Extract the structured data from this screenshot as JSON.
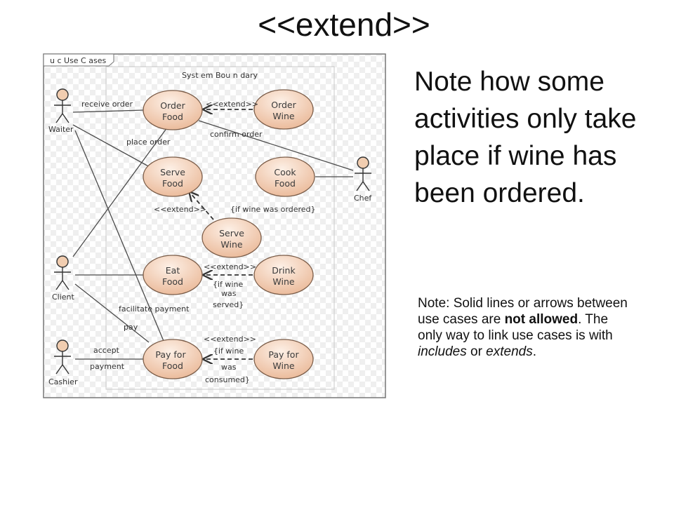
{
  "slide": {
    "title": "<<extend>>"
  },
  "diagram": {
    "frame_label": "u c Use C ases",
    "boundary_label": "Syst em Bou n dary",
    "actors": [
      {
        "id": "waiter",
        "name": "Waiter"
      },
      {
        "id": "client",
        "name": "Client"
      },
      {
        "id": "cashier",
        "name": "Cashier"
      },
      {
        "id": "chef",
        "name": "Chef"
      }
    ],
    "use_cases": [
      {
        "id": "order-food",
        "line1": "Order",
        "line2": "Food"
      },
      {
        "id": "order-wine",
        "line1": "Order",
        "line2": "Wine"
      },
      {
        "id": "serve-food",
        "line1": "Serve",
        "line2": "Food"
      },
      {
        "id": "cook-food",
        "line1": "Cook",
        "line2": "Food"
      },
      {
        "id": "serve-wine",
        "line1": "Serve",
        "line2": "Wine"
      },
      {
        "id": "eat-food",
        "line1": "Eat",
        "line2": "Food"
      },
      {
        "id": "drink-wine",
        "line1": "Drink",
        "line2": "Wine"
      },
      {
        "id": "pay-for-food",
        "line1": "Pay for",
        "line2": "Food"
      },
      {
        "id": "pay-for-wine",
        "line1": "Pay for",
        "line2": "Wine"
      }
    ],
    "association_labels": {
      "receive_order": "receive order",
      "place_order": "place order",
      "confirm_order": "confirm order",
      "facilitate_payment": "facilitate payment",
      "pay": "pay",
      "accept": "accept",
      "payment": "payment"
    },
    "extend_labels": {
      "order_wine": "<<extend>>",
      "serve_wine": "<<extend>>",
      "drink_wine": "<<extend>>",
      "pay_wine": "<<extend>>"
    },
    "conditions": {
      "serve_wine": "{if wine was ordered}",
      "drink_wine": [
        "{if wine",
        "was",
        "served}"
      ],
      "pay_wine": [
        "{if wine",
        "was",
        "consumed}"
      ]
    }
  },
  "notes": {
    "main": "Note how some activities only take place if wine has been ordered.",
    "small": {
      "part1": "Note: Solid lines or arrows between use cases are ",
      "bold1": "not allowed",
      "part2": ". The only way to link use cases is with ",
      "italic1": "includes",
      "part3": " or ",
      "italic2": "extends",
      "part4": "."
    }
  },
  "colors": {
    "usecase_fill_top": "#fbe6d6",
    "usecase_fill_bottom": "#efc4a2",
    "usecase_stroke": "#7a5c48",
    "actor_fill": "#f1cdb0",
    "line": "#4a4a4a"
  }
}
